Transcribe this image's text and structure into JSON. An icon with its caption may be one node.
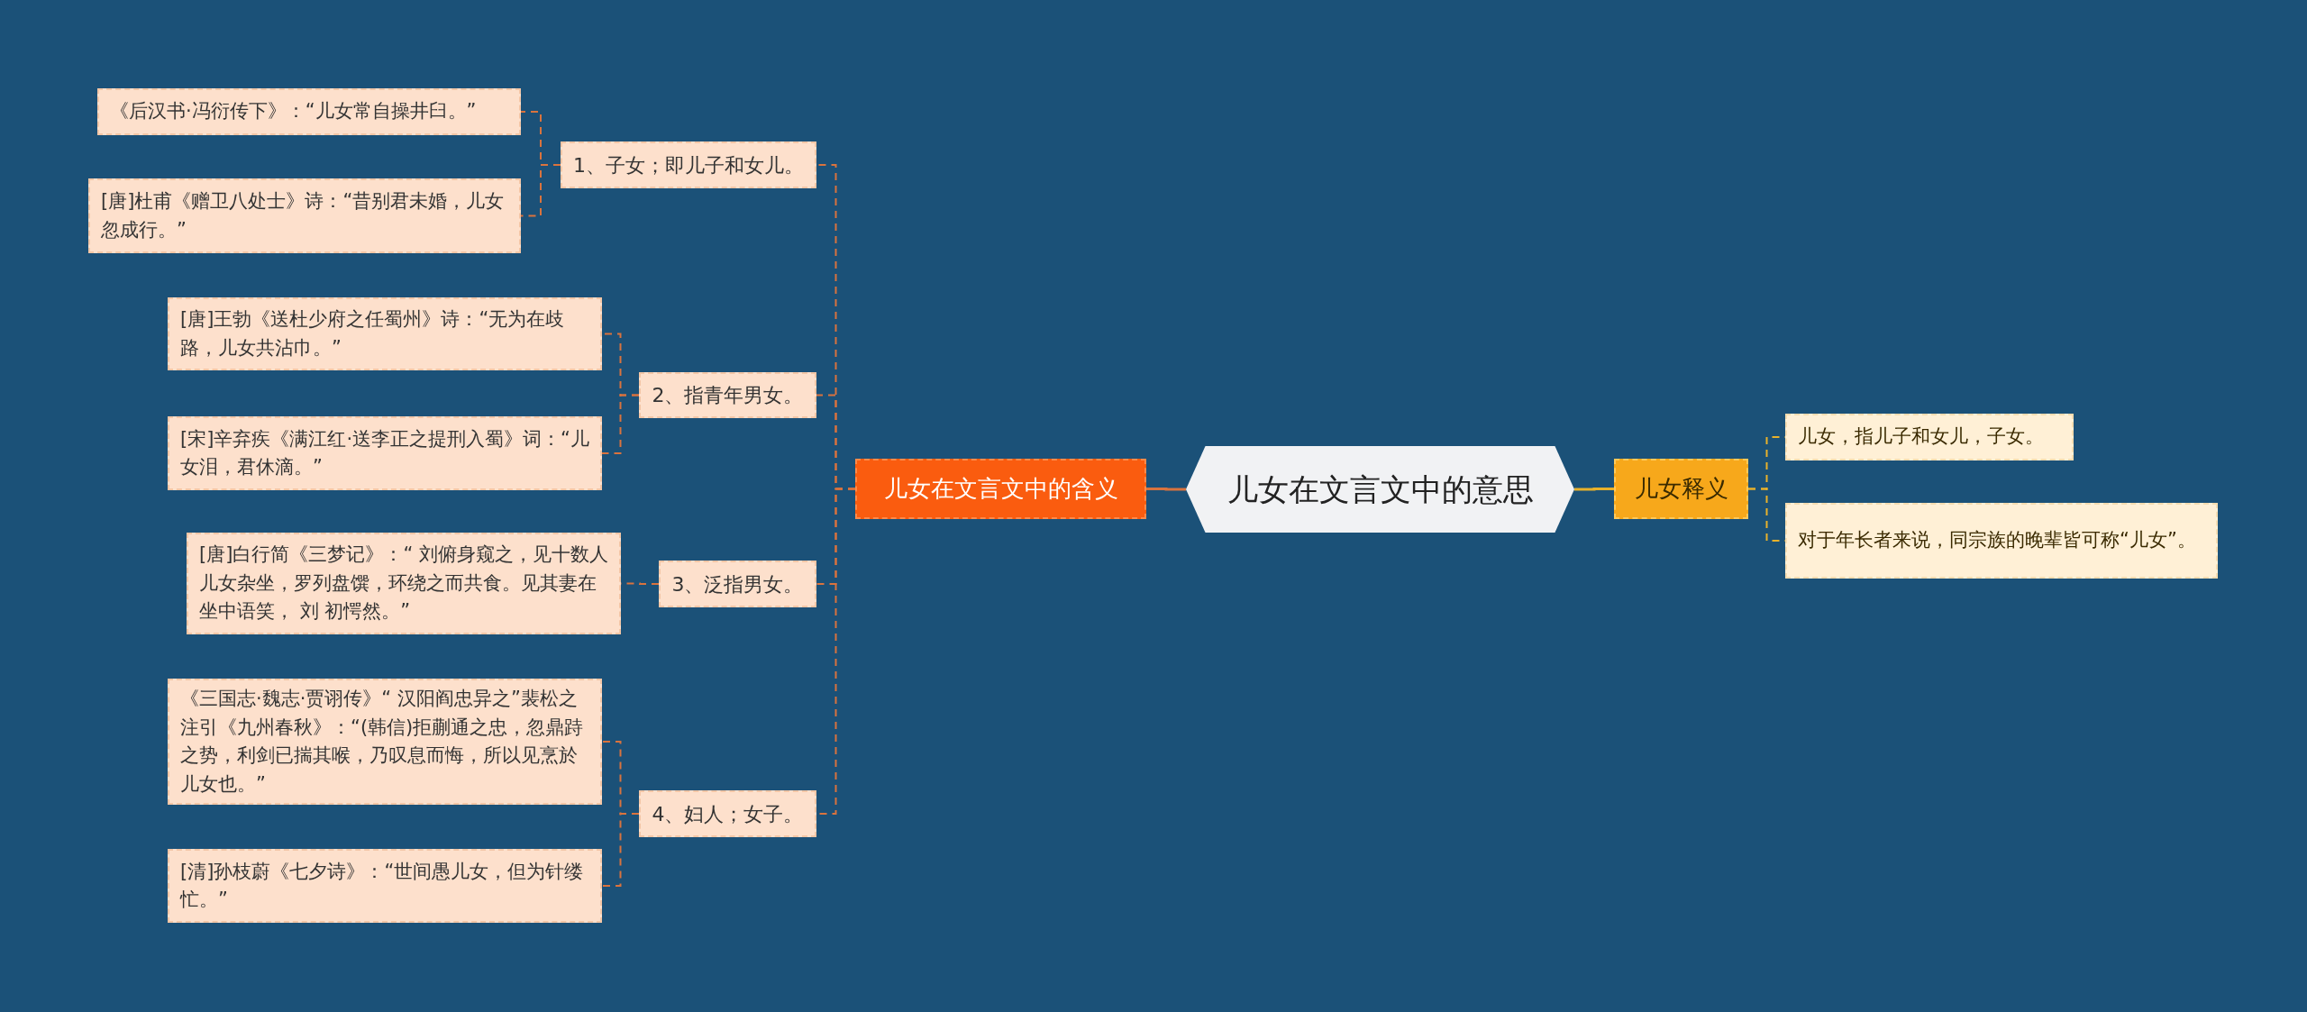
{
  "diagram": {
    "nodes": [
      {
        "text": [
          "儿女在文言文中的意思"
        ]
      },
      {
        "text": [
          "儿女在文言文中的含义"
        ]
      },
      {
        "text": [
          "1、子女；即儿子和女儿。"
        ]
      },
      {
        "text": [
          "《后汉书·冯衍传下》：“儿女常自操井臼。”"
        ]
      },
      {
        "text": [
          "[唐]杜甫《赠卫八处士》诗：“昔别君未婚，儿女忽成行。”"
        ]
      },
      {
        "text": [
          "2、指青年男女。"
        ]
      },
      {
        "text": [
          "[唐]王勃《送杜少府之任蜀州》诗：“无为在歧路，儿女共沾巾。”"
        ]
      },
      {
        "text": [
          "[宋]辛弃疾《满江红·送李正之提刑入蜀》词：“儿女泪，君休滴。”"
        ]
      },
      {
        "text": [
          "3、泛指男女。"
        ]
      },
      {
        "text": [
          "[唐]白行简《三梦记》：“ 刘俯身窥之，见十数人儿女杂坐，罗列盘馔，环绕之而共食。见其妻在坐中语笑， 刘 初愕然。”"
        ]
      },
      {
        "text": [
          "4、妇人；女子。"
        ]
      },
      {
        "text": [
          "《三国志·魏志·贾诩传》“ 汉阳阎忠异之”裴松之注引《九州春秋》：“(韩信)拒蒯通之忠，忽鼎跱之势，利剑已揣其喉，乃叹息而悔，所以见烹於儿女也。”"
        ]
      },
      {
        "text": [
          "[清]孙枝蔚《七夕诗》：“世间愚儿女，但为针缕忙。”"
        ]
      },
      {
        "text": [
          "儿女释义"
        ]
      },
      {
        "text": [
          "儿女，指儿子和女儿，子女。"
        ]
      },
      {
        "text": [
          "对于年长者来说，同宗族的晚辈皆可称“儿女”。"
        ]
      }
    ],
    "edges": [
      {
        "from": 0,
        "to": 1,
        "arrow": "none"
      },
      {
        "from": 1,
        "to": 2,
        "arrow": "none",
        "style": "dashed"
      },
      {
        "from": 2,
        "to": 3,
        "arrow": "none",
        "style": "dashed"
      },
      {
        "from": 2,
        "to": 4,
        "arrow": "none",
        "style": "dashed"
      },
      {
        "from": 1,
        "to": 5,
        "arrow": "none",
        "style": "dashed"
      },
      {
        "from": 5,
        "to": 6,
        "arrow": "none",
        "style": "dashed"
      },
      {
        "from": 5,
        "to": 7,
        "arrow": "none",
        "style": "dashed"
      },
      {
        "from": 1,
        "to": 8,
        "arrow": "none",
        "style": "dashed"
      },
      {
        "from": 8,
        "to": 9,
        "arrow": "none",
        "style": "dashed"
      },
      {
        "from": 1,
        "to": 10,
        "arrow": "none",
        "style": "dashed"
      },
      {
        "from": 10,
        "to": 11,
        "arrow": "none",
        "style": "dashed"
      },
      {
        "from": 10,
        "to": 12,
        "arrow": "none",
        "style": "dashed"
      },
      {
        "from": 0,
        "to": 13,
        "arrow": "none",
        "color": "#e8b12b"
      },
      {
        "from": 13,
        "to": 14,
        "arrow": "none",
        "style": "dashed",
        "color": "#e8b12b"
      },
      {
        "from": 13,
        "to": 15,
        "arrow": "none",
        "style": "dashed",
        "color": "#e8b12b"
      }
    ]
  }
}
